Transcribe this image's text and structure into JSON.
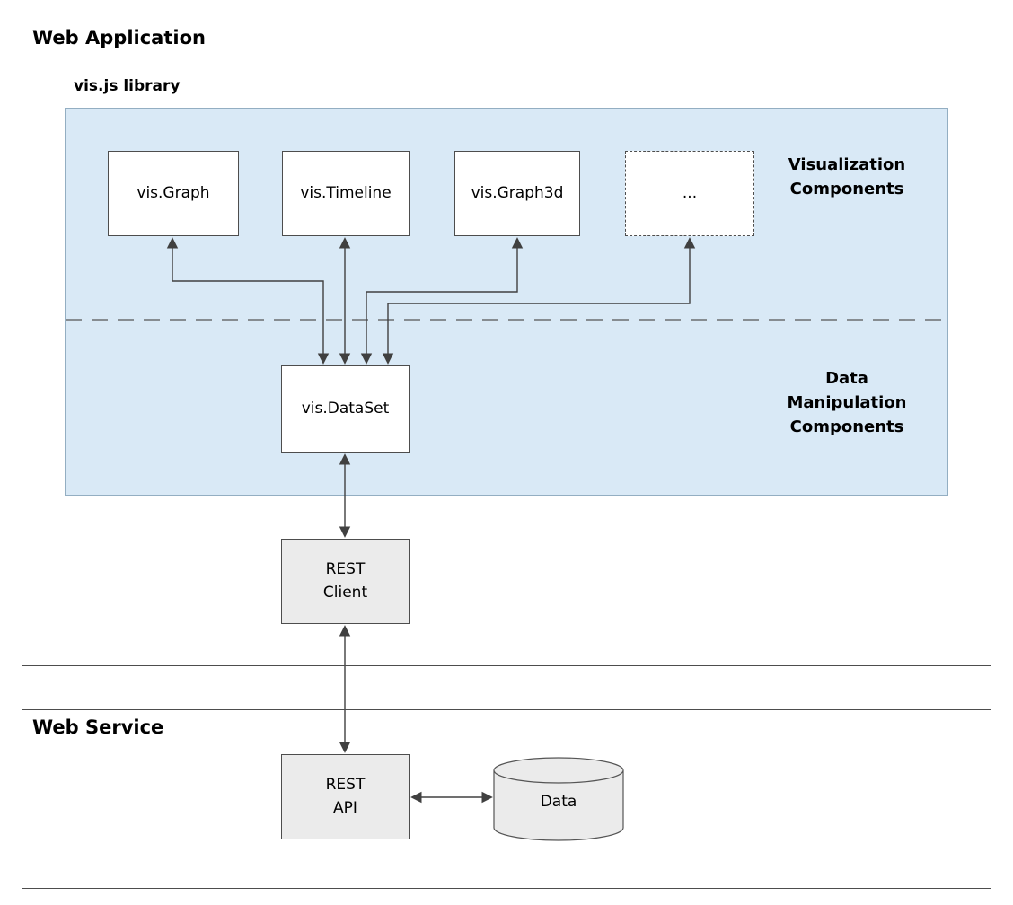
{
  "colors": {
    "panel_blue": "#d9e9f6",
    "box_gray": "#ebebeb",
    "arrow": "#404040"
  },
  "web_application": {
    "title": "Web Application",
    "library_title": "vis.js library",
    "visualization_section_label": "Visualization\nComponents",
    "data_section_label": "Data\nManipulation\nComponents",
    "components": {
      "graph": "vis.Graph",
      "timeline": "vis.Timeline",
      "graph3d": "vis.Graph3d",
      "more": "...",
      "dataset": "vis.DataSet"
    },
    "rest_client": "REST\nClient"
  },
  "web_service": {
    "title": "Web Service",
    "rest_api": "REST\nAPI",
    "database": "Data"
  }
}
